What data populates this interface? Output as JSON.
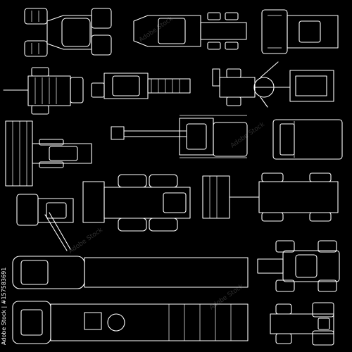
{
  "image": {
    "background": "#000000",
    "line_color": "#ffffff",
    "stock_id": "Adobe Stock | #157583691",
    "watermark": "Adobe Stock"
  },
  "vehicles": [
    {
      "name": "tractor-large-top-view"
    },
    {
      "name": "semi-truck-cab-top-view"
    },
    {
      "name": "truck-front-top-view"
    },
    {
      "name": "tractor-with-trailer-hitch"
    },
    {
      "name": "roller-compactor"
    },
    {
      "name": "backhoe-loader"
    },
    {
      "name": "tractor-with-rear-attachment"
    },
    {
      "name": "combine-harvester-with-header"
    },
    {
      "name": "excavator-with-arm"
    },
    {
      "name": "box-truck"
    },
    {
      "name": "skid-steer-with-crane-arm"
    },
    {
      "name": "wheel-loader"
    },
    {
      "name": "telehandler"
    },
    {
      "name": "tanker-truck"
    },
    {
      "name": "compact-tractor"
    },
    {
      "name": "flatbed-tanker-trailer"
    },
    {
      "name": "small-tractor"
    }
  ]
}
